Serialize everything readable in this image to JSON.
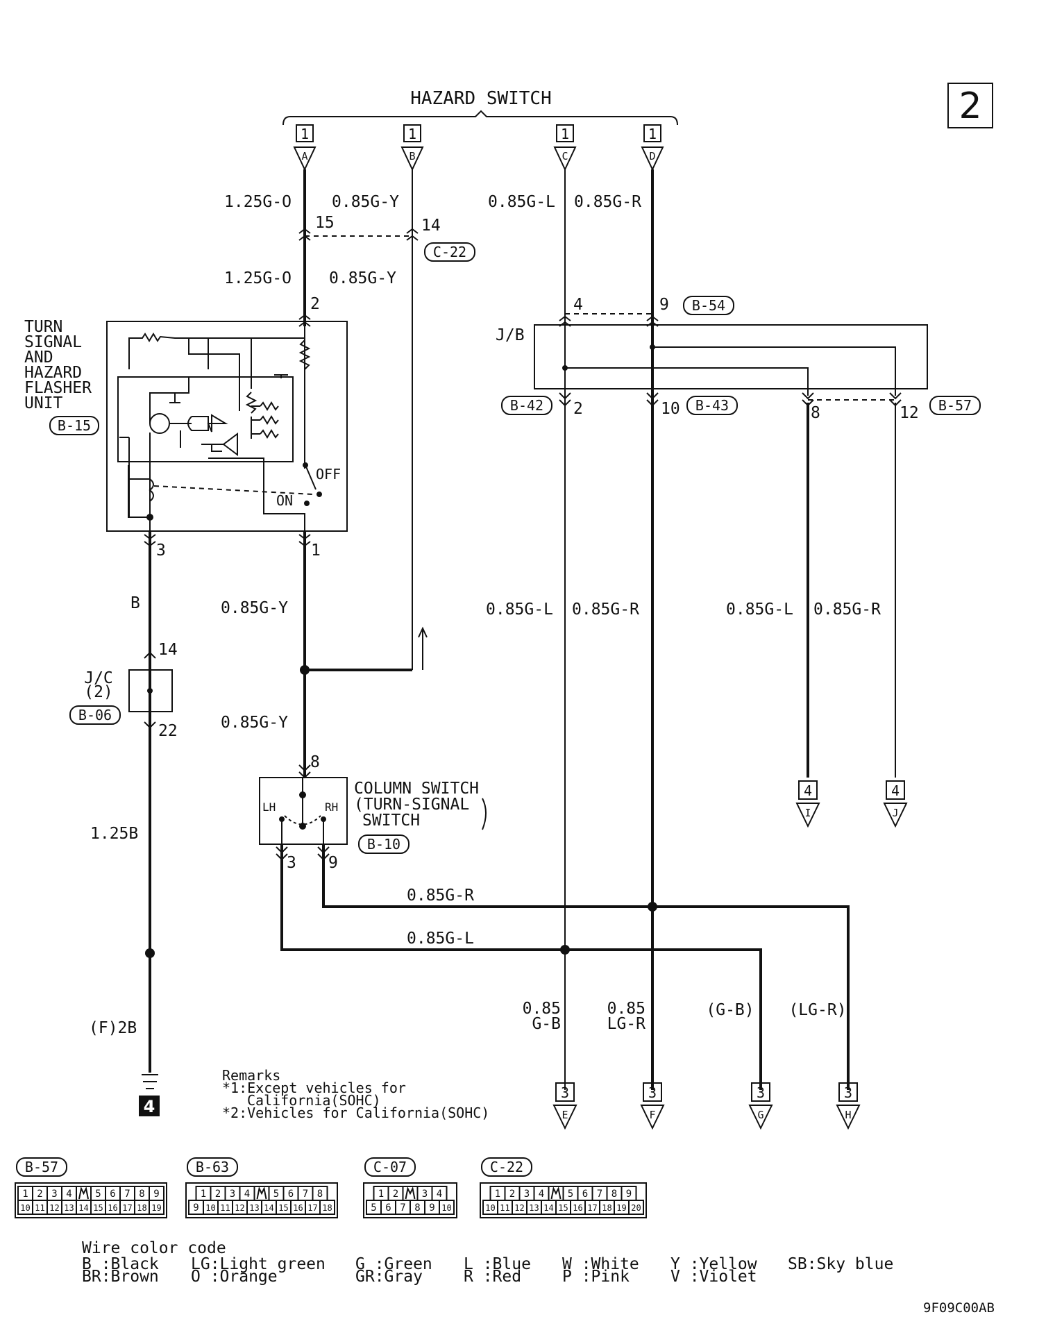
{
  "page_number": "2",
  "hazard_switch": {
    "title": "HAZARD SWITCH",
    "pin_box": "1",
    "pins": [
      "A",
      "B",
      "C",
      "D"
    ]
  },
  "wires": {
    "a_top": "1.25G-O",
    "b_top": "0.85G-Y",
    "c_top": "0.85G-L",
    "d_top": "0.85G-R",
    "a_mid": "1.25G-O",
    "b_mid": "0.85G-Y",
    "c_lower": "0.85G-L",
    "d_lower": "0.85G-R",
    "j_lower": "0.85G-L",
    "k_lower": "0.85G-R",
    "ground_upper": "B",
    "ground_lower": "1.25B",
    "ground_bottom": "(F)2B",
    "flasher_out": "0.85G-Y",
    "column_in": "0.85G-Y",
    "rh_bus": "0.85G-R",
    "lh_bus": "0.85G-L",
    "e_wire_top": "0.85",
    "e_wire_bottom": "G-B",
    "f_wire_top": "0.85",
    "f_wire_bottom": "LG-R",
    "g_wire": "(G-B)",
    "h_wire": "(LG-R)"
  },
  "connectors": {
    "c22": "C-22",
    "b54": "B-54",
    "b42": "B-42",
    "b43": "B-43",
    "b57": "B-57",
    "b15": "B-15",
    "b06": "B-06",
    "b10": "B-10"
  },
  "pins": {
    "p15": "15",
    "p14": "14",
    "p2": "2",
    "p4": "4",
    "p9": "9",
    "jb2": "2",
    "jb10": "10",
    "jb8": "8",
    "jb12": "12",
    "fl3": "3",
    "fl1": "1",
    "jc14": "14",
    "jc22": "22",
    "cs8": "8",
    "cs3": "3",
    "cs9": "9"
  },
  "flasher": {
    "lines": [
      "TURN",
      "SIGNAL",
      "AND",
      "HAZARD",
      "FLASHER",
      "UNIT"
    ],
    "off": "OFF",
    "on": "ON"
  },
  "jb_label": "J/B",
  "jc": {
    "line1": "J/C",
    "line2": "(2)"
  },
  "column_switch": {
    "line1": "COLUMN SWITCH",
    "line2": "(TURN-SIGNAL",
    "line3": "SWITCH",
    "lh": "LH",
    "rh": "RH"
  },
  "offpage": {
    "right_boxes": {
      "box": "4",
      "letters": [
        "I",
        "J"
      ]
    },
    "bottom_boxes": {
      "box": "3",
      "letters": [
        "E",
        "F",
        "G",
        "H"
      ]
    },
    "ground_ref": "4"
  },
  "remarks": {
    "title": "Remarks",
    "r1": "*1:Except vehicles for",
    "r1b": "California(SOHC)",
    "r2": "*2:Vehicles for California(SOHC)"
  },
  "connector_views": [
    {
      "label": "B-57",
      "row1": [
        "1",
        "2",
        "3",
        "4",
        "",
        "5",
        "6",
        "7",
        "8",
        "9"
      ],
      "row2": [
        "10",
        "11",
        "12",
        "13",
        "14",
        "15",
        "16",
        "17",
        "18",
        "19"
      ]
    },
    {
      "label": "B-63",
      "row1": [
        "1",
        "2",
        "3",
        "4",
        "",
        "5",
        "6",
        "7",
        "8"
      ],
      "row2": [
        "9",
        "10",
        "11",
        "12",
        "13",
        "14",
        "15",
        "16",
        "17",
        "18"
      ]
    },
    {
      "label": "C-07",
      "row1": [
        "1",
        "2",
        "",
        "3",
        "4"
      ],
      "row2": [
        "5",
        "6",
        "7",
        "8",
        "9",
        "10"
      ]
    },
    {
      "label": "C-22",
      "row1": [
        "1",
        "2",
        "3",
        "4",
        "",
        "5",
        "6",
        "7",
        "8",
        "9"
      ],
      "row2": [
        "10",
        "11",
        "12",
        "13",
        "14",
        "15",
        "16",
        "17",
        "18",
        "19",
        "20"
      ]
    }
  ],
  "color_code": {
    "title": "Wire color code",
    "row1": [
      "B :Black",
      "LG:Light green",
      "G :Green",
      "L :Blue",
      "W :White",
      "Y :Yellow",
      "SB:Sky blue"
    ],
    "row2": [
      "BR:Brown",
      "O :Orange",
      "GR:Gray",
      "R :Red",
      "P :Pink",
      "V :Violet"
    ]
  },
  "figure_code": "9F09C00AB"
}
